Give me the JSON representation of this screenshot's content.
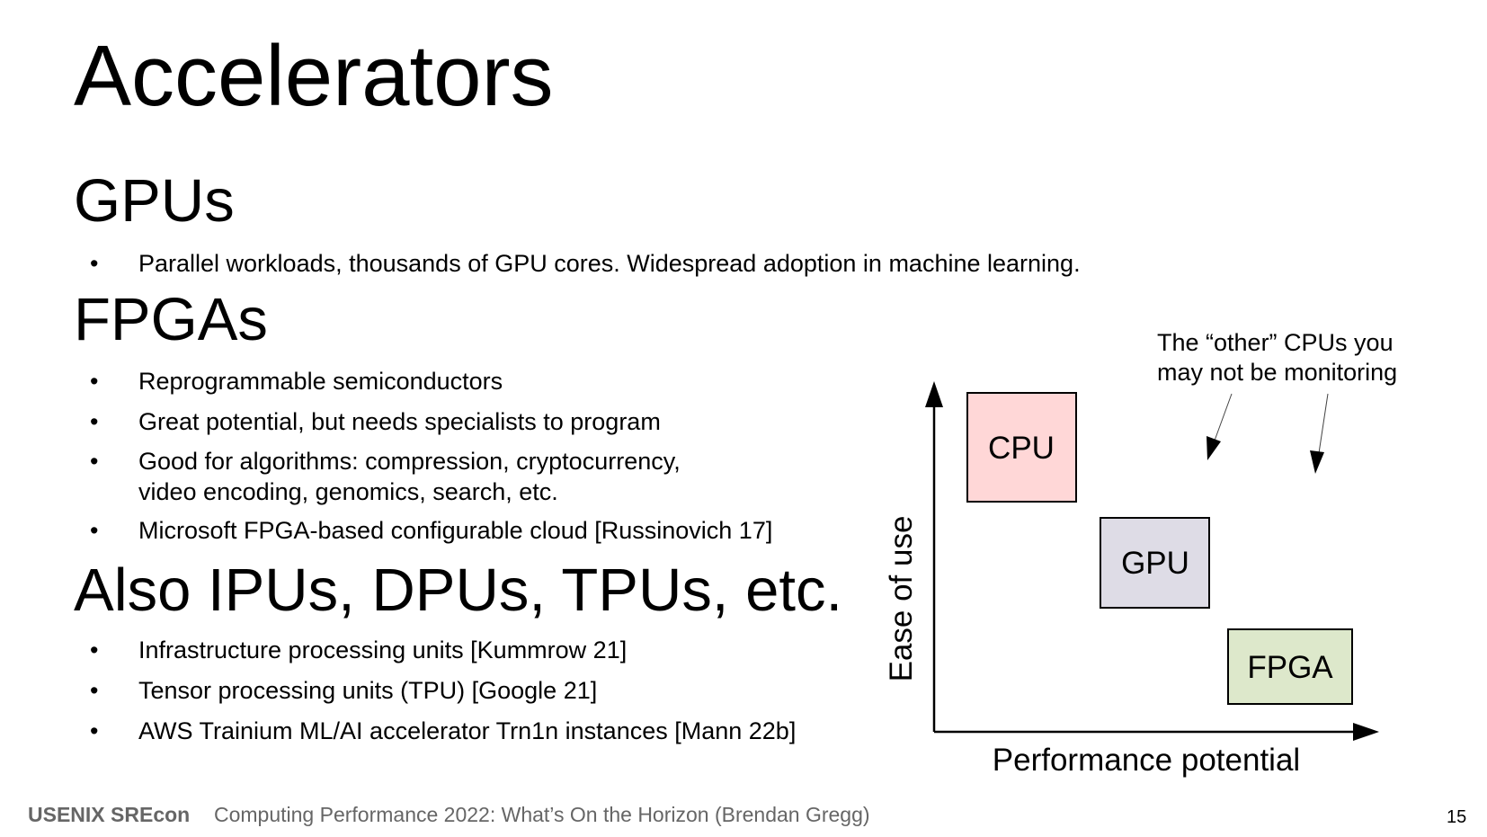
{
  "slide": {
    "title": "Accelerators",
    "sections": [
      {
        "heading": "GPUs",
        "bullets": [
          "Parallel workloads, thousands of GPU cores. Widespread adoption in machine learning."
        ]
      },
      {
        "heading": "FPGAs",
        "bullets": [
          "Reprogrammable semiconductors",
          "Great potential, but needs specialists to program",
          "Good for algorithms: compression, cryptocurrency,",
          "video encoding, genomics, search, etc.",
          "Microsoft FPGA-based configurable cloud [Russinovich 17]"
        ]
      },
      {
        "heading": "Also IPUs, DPUs, TPUs, etc.",
        "bullets": [
          "Infrastructure processing units [Kummrow 21]",
          "Tensor processing units (TPU) [Google 21]",
          "AWS Trainium ML/AI accelerator Trn1n instances [Mann 22b]"
        ]
      }
    ],
    "bullet_glyph": "•",
    "page_number": "15"
  },
  "diagram": {
    "y_axis_label": "Ease of use",
    "x_axis_label": "Performance potential",
    "boxes": [
      {
        "label": "CPU",
        "color": "#ffd7d7"
      },
      {
        "label": "GPU",
        "color": "#dedce6"
      },
      {
        "label": "FPGA",
        "color": "#dde8cb"
      }
    ],
    "annotation": [
      "The “other” CPUs you",
      "may not be monitoring"
    ]
  },
  "footer": {
    "event": "USENIX SREcon",
    "talk": "Computing Performance 2022: What’s On the Horizon (Brendan Gregg)"
  }
}
